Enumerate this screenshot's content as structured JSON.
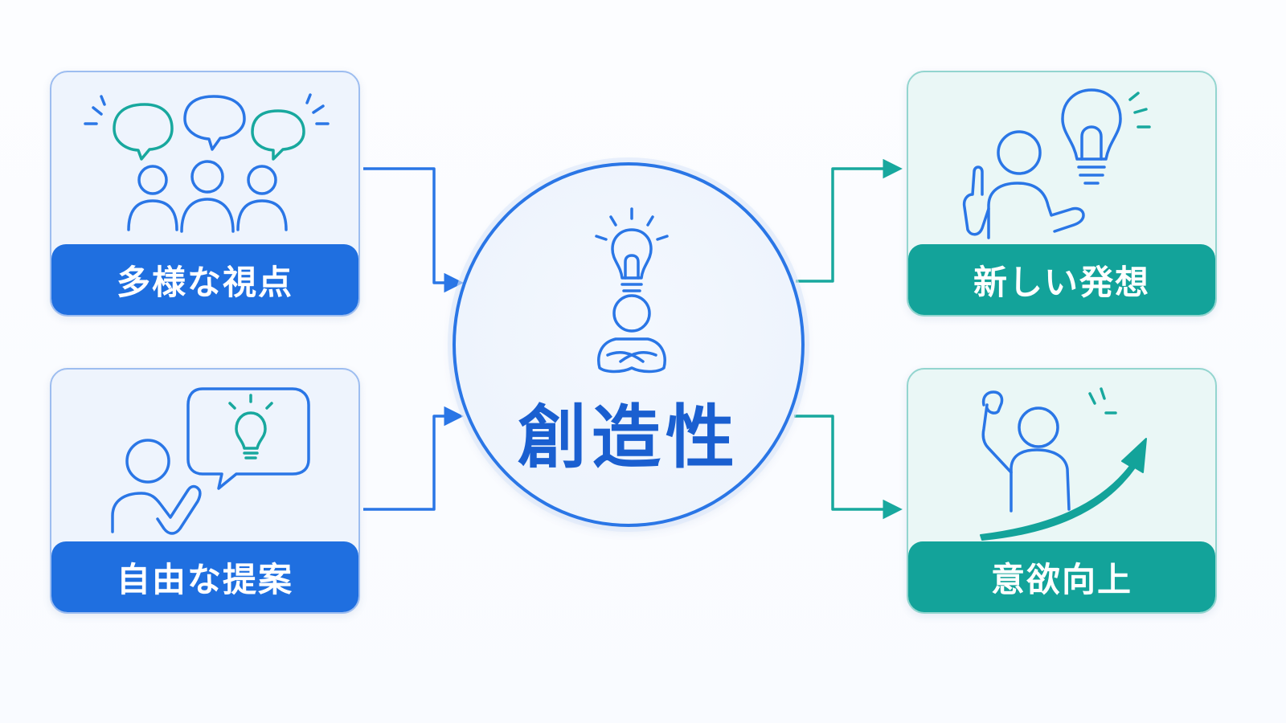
{
  "center": {
    "title": "創造性"
  },
  "inputs": [
    {
      "label": "多様な視点",
      "icon": "group-discussion-icon"
    },
    {
      "label": "自由な提案",
      "icon": "person-idea-proposal-icon"
    }
  ],
  "outputs": [
    {
      "label": "新しい発想",
      "icon": "person-lightbulb-icon"
    },
    {
      "label": "意欲向上",
      "icon": "person-rising-arrow-icon"
    }
  ],
  "colors": {
    "blue_accent": "#1f6fe0",
    "teal_accent": "#13a39a",
    "hub_border": "#2a76e6",
    "line_blue": "#2a76e6",
    "line_teal": "#18a89e"
  }
}
